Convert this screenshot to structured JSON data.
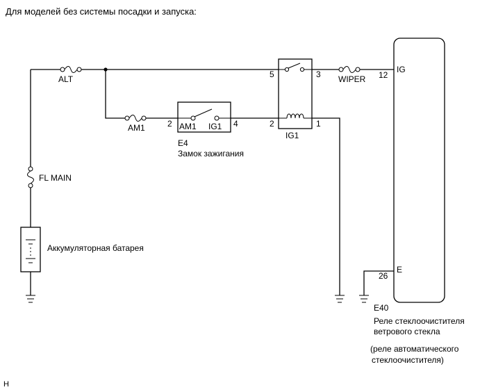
{
  "header": {
    "title": "Для моделей без системы посадки и запуска:"
  },
  "footer": {
    "code": "H"
  },
  "fuses": {
    "alt": "ALT",
    "am1": "AM1",
    "fl_main": "FL MAIN",
    "wiper": "WIPER"
  },
  "battery": {
    "label": "Аккумуляторная батарея"
  },
  "ignition_switch": {
    "code": "E4",
    "name": "Замок зажигания",
    "pin_am1": "AM1",
    "pin_ig1": "IG1",
    "pin_left": "2",
    "pin_right": "4"
  },
  "relay": {
    "name": "IG1",
    "pin_5": "5",
    "pin_3": "3",
    "pin_2": "2",
    "pin_1": "1"
  },
  "wiper_relay": {
    "code": "E40",
    "pin_ig": "IG",
    "pin_12": "12",
    "pin_e": "E",
    "pin_26": "26",
    "name_line1": "Реле стеклоочистителя",
    "name_line2": "ветрового стекла",
    "note_line1": "(реле автоматического",
    "note_line2": "стеклоочистителя)"
  }
}
